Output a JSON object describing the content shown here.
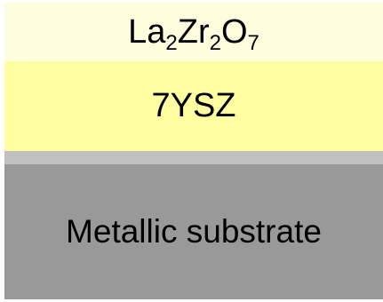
{
  "layers": [
    {
      "id": "topcoat",
      "formula": [
        {
          "base": "La",
          "sub": "2"
        },
        {
          "base": "Zr",
          "sub": "2"
        },
        {
          "base": "O",
          "sub": "7"
        }
      ],
      "color": "#fefede"
    },
    {
      "id": "bondcoat",
      "label": "7YSZ",
      "color": "#fefea0"
    },
    {
      "id": "interlayer",
      "label": "",
      "color": "#c0c0c0"
    },
    {
      "id": "substrate",
      "label": "Metallic substrate",
      "color": "#999999"
    }
  ]
}
